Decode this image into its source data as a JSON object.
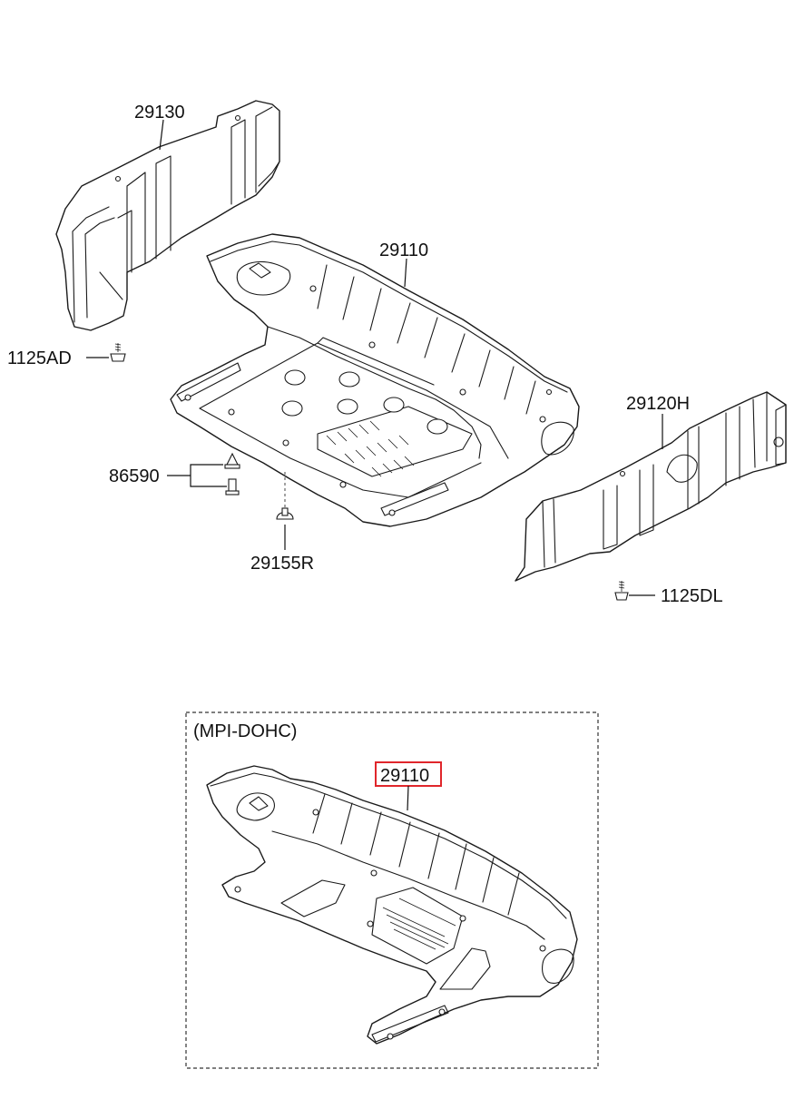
{
  "parts": {
    "rear_left_cover": "29130",
    "under_cover_main": "29110",
    "rear_right_cover": "29120H",
    "bolt_left": "1125AD",
    "fastener_set": "86590",
    "clip": "29155R",
    "bolt_right": "1125DL"
  },
  "inset": {
    "variant_label": "(MPI-DOHC)",
    "highlighted_part": "29110",
    "highlight_color": "#e0262b"
  }
}
